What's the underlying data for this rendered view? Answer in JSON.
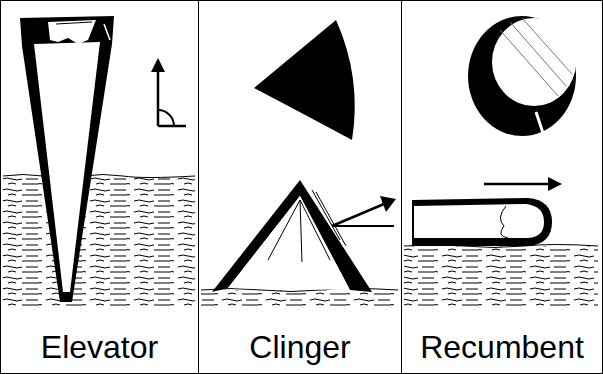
{
  "diagram": {
    "nodes": [
      {
        "text": [
          "Elevator"
        ]
      },
      {
        "text": [
          "Clinger"
        ]
      },
      {
        "text": [
          "Recumbent"
        ]
      }
    ]
  }
}
